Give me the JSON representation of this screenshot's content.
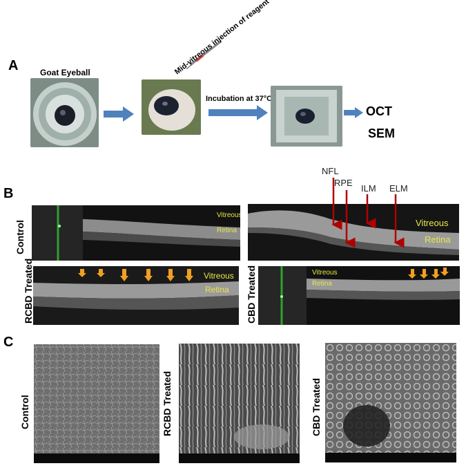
{
  "panelA": {
    "letter": "A",
    "eyeball_label": "Goat Eyeball",
    "injection_label": "Mid-vitreous injection of reagent",
    "incubation_label": "Incubation at 37°C",
    "oct_label": "OCT",
    "sem_label": "SEM"
  },
  "panelB": {
    "letter": "B",
    "control_label": "Control",
    "rcbd_label": "RCBD Treated",
    "cbd_label": "CBD Treated",
    "vitreous": "Vitreous",
    "retina": "Retina",
    "nfl": "NFL",
    "rpe": "RPE",
    "ilm": "ILM",
    "elm": "ELM"
  },
  "panelC": {
    "letter": "C",
    "control_label": "Control",
    "rcbd_label": "RCBD Treated",
    "cbd_label": "CBD Treated"
  },
  "colors": {
    "accent_arrow": "#4f81bd",
    "marker_red": "#b00000",
    "marker_orange": "#f0a020",
    "oct_label_yellow": "#e8e84a"
  }
}
